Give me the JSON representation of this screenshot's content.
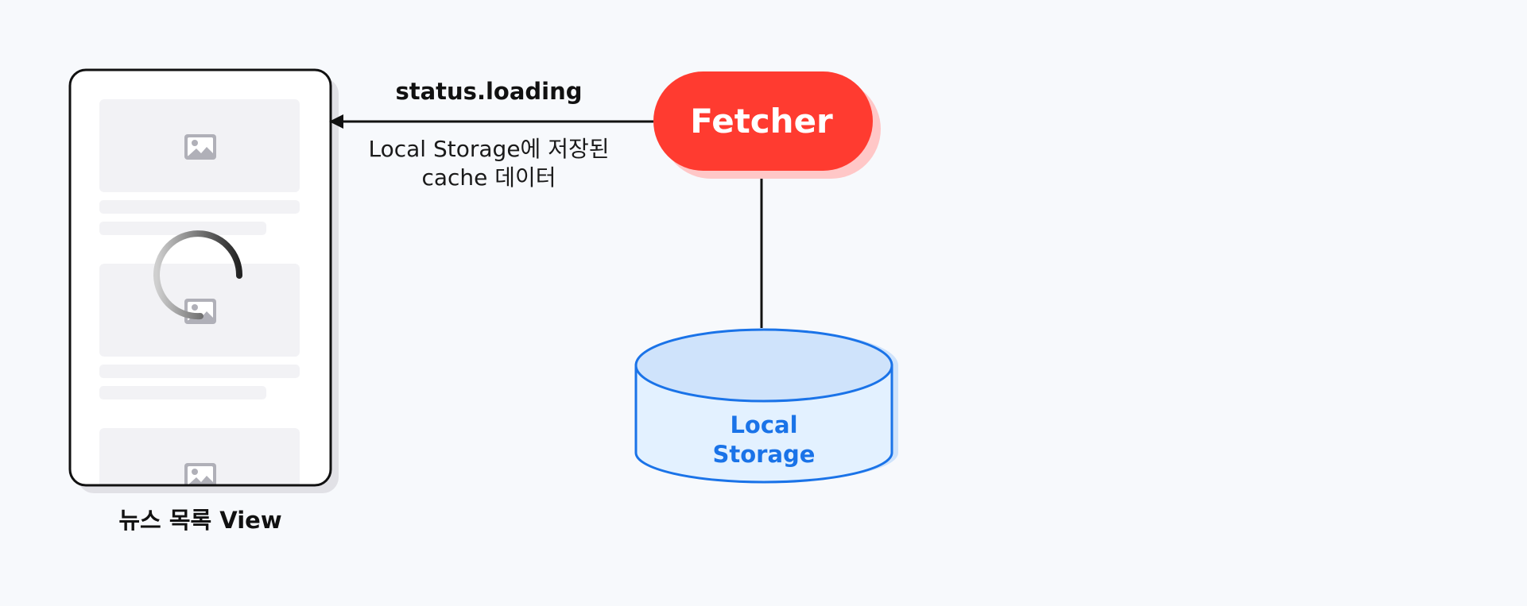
{
  "view": {
    "caption": "뉴스 목록 View"
  },
  "arrow": {
    "status_text": "status.loading",
    "cache_line1": "Local Storage에 저장된",
    "cache_line2": "cache 데이터"
  },
  "fetcher": {
    "label": "Fetcher"
  },
  "storage": {
    "line1": "Local",
    "line2": "Storage"
  },
  "colors": {
    "background": "#f7f9fc",
    "fetcher_fill": "#ff3b30",
    "fetcher_shadow": "#ffc7c7",
    "storage_stroke": "#1a73e8",
    "storage_fill": "#e3f1ff",
    "storage_top_fill": "#cfe3fb",
    "storage_shadow": "#cfe3fb",
    "placeholder": "#f2f2f5",
    "image_icon": "#b0b0b8"
  },
  "icons": {
    "placeholder_image": "image-icon",
    "loading": "loading-spinner"
  }
}
